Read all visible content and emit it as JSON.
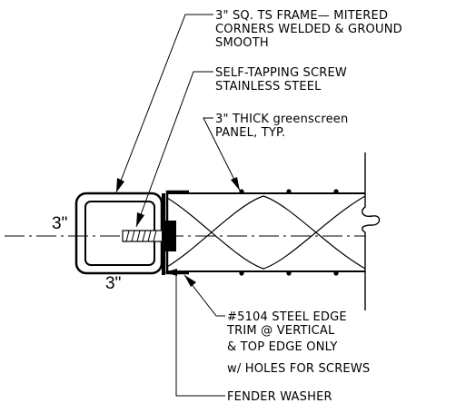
{
  "callouts": {
    "frame": [
      "3\" SQ. TS FRAME— MITERED",
      "CORNERS WELDED & GROUND",
      "SMOOTH"
    ],
    "screw": [
      "SELF-TAPPING SCREW",
      "STAINLESS STEEL"
    ],
    "panel": [
      "3\" THICK greenscreen",
      "PANEL, TYP."
    ],
    "trim": [
      "#5104 STEEL EDGE",
      "TRIM @ VERTICAL",
      "& TOP EDGE ONLY",
      "w/ HOLES FOR SCREWS"
    ],
    "washer": [
      "FENDER WASHER"
    ]
  },
  "dimensions": {
    "horizontal": "3\"",
    "vertical": "3\""
  }
}
